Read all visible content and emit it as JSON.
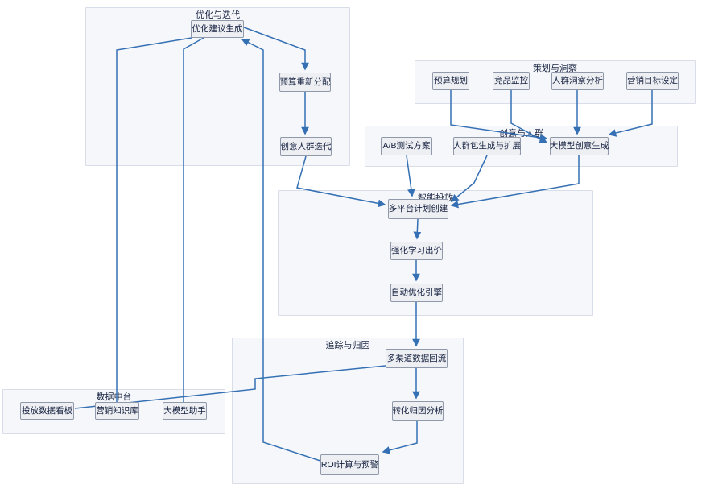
{
  "colors": {
    "background": "#ffffff",
    "edge": "#3570b4",
    "node_fill": "#edeff3",
    "node_border": "#8f99a9",
    "node_text": "#141f3e",
    "group_fill": "#f5f7fb",
    "group_border": "#d8dde8"
  },
  "groups": {
    "optimization": {
      "title": "优化与迭代"
    },
    "planning": {
      "title": "策划与洞察"
    },
    "creative": {
      "title": "创意与人群"
    },
    "delivery": {
      "title": "智能投放"
    },
    "tracking": {
      "title": "追踪与归因"
    },
    "data_platform": {
      "title": "数据中台"
    }
  },
  "nodes": {
    "optimize_suggestion": {
      "label": "优化建议生成",
      "group": "optimization"
    },
    "budget_realloc": {
      "label": "预算重新分配",
      "group": "optimization"
    },
    "creative_audience_iteration": {
      "label": "创意人群迭代",
      "group": "optimization"
    },
    "budget_planning": {
      "label": "预算规划",
      "group": "planning"
    },
    "competitor_monitoring": {
      "label": "竞品监控",
      "group": "planning"
    },
    "audience_insight_analysis": {
      "label": "人群洞察分析",
      "group": "planning"
    },
    "marketing_goal_setting": {
      "label": "营销目标设定",
      "group": "planning"
    },
    "ab_test_plan": {
      "label": "A/B测试方案",
      "group": "creative"
    },
    "audience_pack_generation": {
      "label": "人群包生成与扩展",
      "group": "creative"
    },
    "llm_creative_generation": {
      "label": "大模型创意生成",
      "group": "creative"
    },
    "multi_platform_campaign": {
      "label": "多平台计划创建",
      "group": "delivery"
    },
    "rl_bidding": {
      "label": "强化学习出价",
      "group": "delivery"
    },
    "auto_optimization_engine": {
      "label": "自动优化引擎",
      "group": "delivery"
    },
    "multichannel_data_backflow": {
      "label": "多渠道数据回流",
      "group": "tracking"
    },
    "conversion_attribution": {
      "label": "转化归因分析",
      "group": "tracking"
    },
    "roi_alert": {
      "label": "ROI计算与预警",
      "group": "tracking"
    },
    "ads_data_dashboard": {
      "label": "投放数据看板",
      "group": "data_platform"
    },
    "marketing_knowledge_base": {
      "label": "营销知识库",
      "group": "data_platform"
    },
    "llm_assistant": {
      "label": "大模型助手",
      "group": "data_platform"
    }
  },
  "edges": [
    {
      "from": "optimize_suggestion",
      "to": "budget_realloc",
      "arrow": true
    },
    {
      "from": "budget_realloc",
      "to": "creative_audience_iteration",
      "arrow": true
    },
    {
      "from": "creative_audience_iteration",
      "to": "multi_platform_campaign",
      "arrow": true
    },
    {
      "from": "budget_planning",
      "to": "llm_creative_generation",
      "arrow": true
    },
    {
      "from": "competitor_monitoring",
      "to": "llm_creative_generation",
      "arrow": true
    },
    {
      "from": "audience_insight_analysis",
      "to": "llm_creative_generation",
      "arrow": true
    },
    {
      "from": "marketing_goal_setting",
      "to": "llm_creative_generation",
      "arrow": true
    },
    {
      "from": "ab_test_plan",
      "to": "multi_platform_campaign",
      "arrow": true
    },
    {
      "from": "audience_pack_generation",
      "to": "multi_platform_campaign",
      "arrow": true
    },
    {
      "from": "llm_creative_generation",
      "to": "multi_platform_campaign",
      "arrow": true
    },
    {
      "from": "multi_platform_campaign",
      "to": "rl_bidding",
      "arrow": true
    },
    {
      "from": "rl_bidding",
      "to": "auto_optimization_engine",
      "arrow": true
    },
    {
      "from": "auto_optimization_engine",
      "to": "multichannel_data_backflow",
      "arrow": true
    },
    {
      "from": "multichannel_data_backflow",
      "to": "conversion_attribution",
      "arrow": true
    },
    {
      "from": "conversion_attribution",
      "to": "roi_alert",
      "arrow": true
    },
    {
      "from": "roi_alert",
      "to": "optimize_suggestion",
      "arrow": true
    },
    {
      "from": "optimize_suggestion",
      "to": "marketing_knowledge_base",
      "arrow": false
    },
    {
      "from": "optimize_suggestion",
      "to": "llm_assistant",
      "arrow": false
    },
    {
      "from": "multichannel_data_backflow",
      "to": "ads_data_dashboard",
      "arrow": false
    }
  ]
}
